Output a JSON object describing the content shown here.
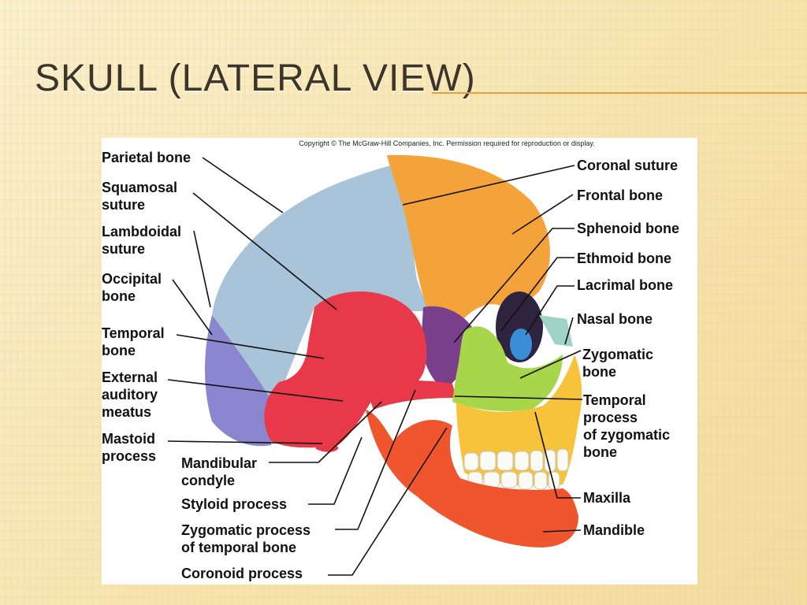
{
  "slide": {
    "title": "SKULL (LATERAL VIEW)"
  },
  "figure": {
    "copyright": "Copyright © The McGraw-Hill Companies, Inc. Permission required for reproduction or display.",
    "labels": {
      "parietal_bone": "Parietal bone",
      "squamosal_suture": "Squamosal\nsuture",
      "lambdoidal_suture": "Lambdoidal\nsuture",
      "occipital_bone": "Occipital\nbone",
      "temporal_bone": "Temporal\nbone",
      "external_auditory_meatus": "External\nauditory\nmeatus",
      "mastoid_process": "Mastoid\nprocess",
      "mandibular_condyle": "Mandibular\ncondyle",
      "styloid_process": "Styloid process",
      "zygomatic_process": "Zygomatic process\nof temporal bone",
      "coronoid_process": "Coronoid process",
      "coronal_suture": "Coronal suture",
      "frontal_bone": "Frontal bone",
      "sphenoid_bone": "Sphenoid bone",
      "ethmoid_bone": "Ethmoid bone",
      "lacrimal_bone": "Lacrimal bone",
      "nasal_bone": "Nasal bone",
      "zygomatic_bone": "Zygomatic\nbone",
      "temporal_process": "Temporal\nprocess\nof zygomatic\nbone",
      "maxilla": "Maxilla",
      "mandible": "Mandible"
    }
  },
  "colors": {
    "parietal": "#a9c3d9",
    "frontal": "#f4a23a",
    "occipital": "#8a86cf",
    "temporal": "#e8394a",
    "sphenoid": "#7a3f8a",
    "zygomatic": "#a8d64a",
    "maxilla": "#f7c33a",
    "mandible": "#f0562e",
    "nasal": "#9fd3c7",
    "lacrimal": "#3a8ed8",
    "title_rule": "#e0a23a"
  }
}
